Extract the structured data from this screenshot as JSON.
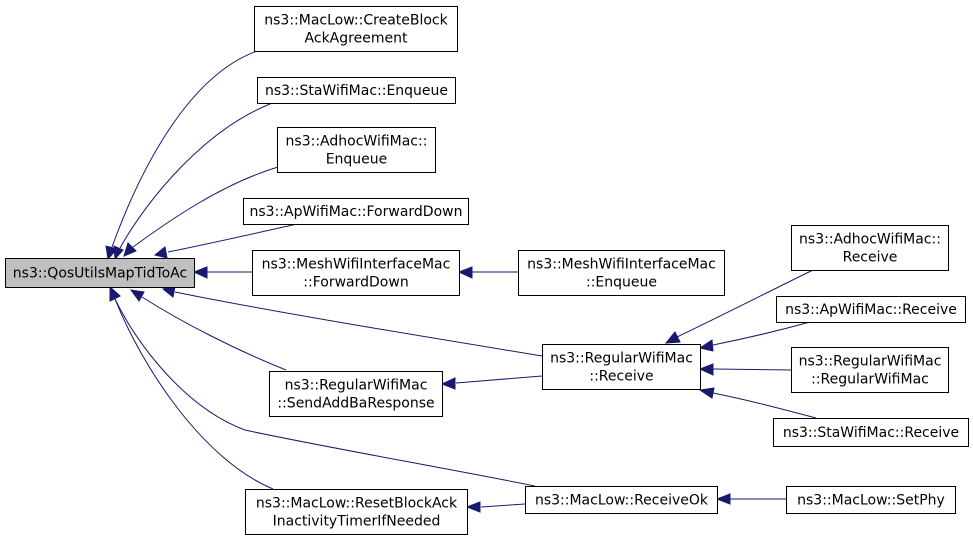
{
  "diagram": {
    "root": "root",
    "nodes": {
      "root": {
        "lines": [
          "ns3::QosUtilsMapTidToAc"
        ]
      },
      "createBA": {
        "lines": [
          "ns3::MacLow::CreateBlock",
          "AckAgreement"
        ]
      },
      "staEnq": {
        "lines": [
          "ns3::StaWifiMac::Enqueue"
        ]
      },
      "adhocEnq": {
        "lines": [
          "ns3::AdhocWifiMac::",
          "Enqueue"
        ]
      },
      "apFwd": {
        "lines": [
          "ns3::ApWifiMac::ForwardDown"
        ]
      },
      "meshFwd": {
        "lines": [
          "ns3::MeshWifiInterfaceMac",
          "::ForwardDown"
        ]
      },
      "meshEnq": {
        "lines": [
          "ns3::MeshWifiInterfaceMac",
          "::Enqueue"
        ]
      },
      "sendAdd": {
        "lines": [
          "ns3::RegularWifiMac",
          "::SendAddBaResponse"
        ]
      },
      "regRecv": {
        "lines": [
          "ns3::RegularWifiMac",
          "::Receive"
        ]
      },
      "adhocRcv": {
        "lines": [
          "ns3::AdhocWifiMac::",
          "Receive"
        ]
      },
      "apRcv": {
        "lines": [
          "ns3::ApWifiMac::Receive"
        ]
      },
      "regCtor": {
        "lines": [
          "ns3::RegularWifiMac",
          "::RegularWifiMac"
        ]
      },
      "staRcv": {
        "lines": [
          "ns3::StaWifiMac::Receive"
        ]
      },
      "resetBA": {
        "lines": [
          "ns3::MacLow::ResetBlockAck",
          "InactivityTimerIfNeeded"
        ]
      },
      "recvOk": {
        "lines": [
          "ns3::MacLow::ReceiveOk"
        ]
      },
      "setPhy": {
        "lines": [
          "ns3::MacLow::SetPhy"
        ]
      }
    },
    "edges": [
      {
        "from": "createBA",
        "to": "root"
      },
      {
        "from": "staEnq",
        "to": "root"
      },
      {
        "from": "adhocEnq",
        "to": "root"
      },
      {
        "from": "apFwd",
        "to": "root"
      },
      {
        "from": "meshFwd",
        "to": "root"
      },
      {
        "from": "regRecv",
        "to": "root"
      },
      {
        "from": "sendAdd",
        "to": "root"
      },
      {
        "from": "recvOk",
        "to": "root"
      },
      {
        "from": "resetBA",
        "to": "root"
      },
      {
        "from": "meshEnq",
        "to": "meshFwd"
      },
      {
        "from": "regRecv",
        "to": "sendAdd"
      },
      {
        "from": "adhocRcv",
        "to": "regRecv"
      },
      {
        "from": "apRcv",
        "to": "regRecv"
      },
      {
        "from": "regCtor",
        "to": "regRecv"
      },
      {
        "from": "staRcv",
        "to": "regRecv"
      },
      {
        "from": "recvOk",
        "to": "resetBA"
      },
      {
        "from": "setPhy",
        "to": "recvOk"
      }
    ],
    "colors": {
      "edge": "#191970",
      "root_fill": "#bfbfbf",
      "node_fill": "#ffffff",
      "node_border": "#000000"
    }
  }
}
